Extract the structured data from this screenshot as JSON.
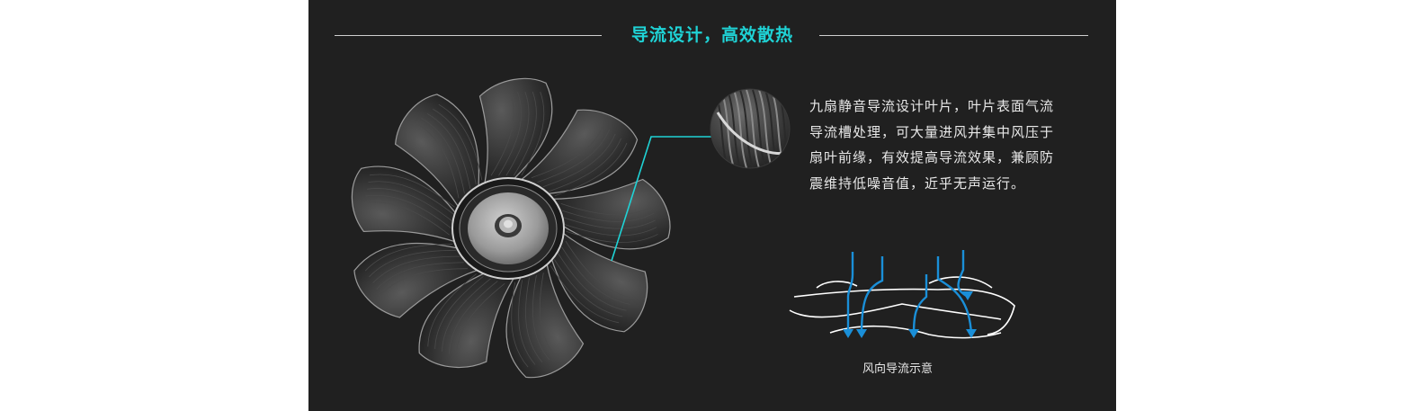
{
  "section": {
    "title": "导流设计，高效散热",
    "description": "九扇静音导流设计叶片，叶片表面气流导流槽处理，可大量进风并集中风压于扇叶前缘，有效提高导流效果，兼顾防震维持低噪音值，近乎无声运行。",
    "diagram_caption": "风向导流示意"
  },
  "colors": {
    "background": "#202020",
    "accent": "#1fd3d6",
    "airflow_arrow": "#1a8fd8",
    "page": "#ffffff"
  },
  "icons": [
    "fan-illustration",
    "blade-closeup-image",
    "airflow-diagram"
  ]
}
